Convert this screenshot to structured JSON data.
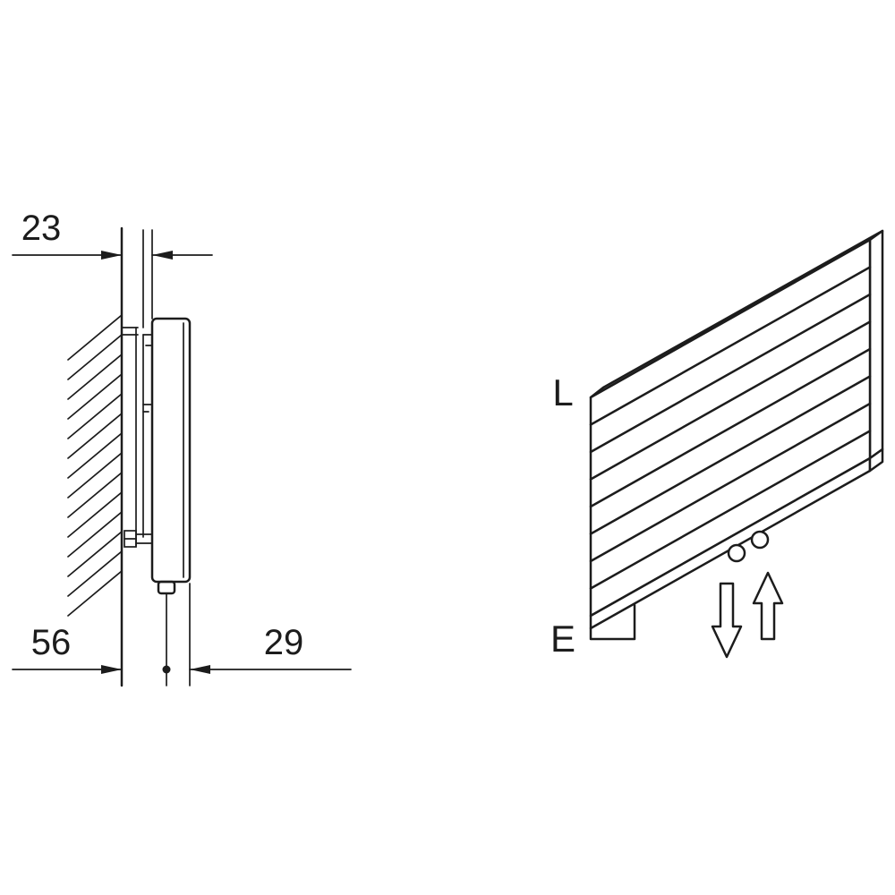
{
  "meta": {
    "background_color": "#ffffff",
    "line_color": "#1c1c1c",
    "drawing_type": "radiator installation technical drawing"
  },
  "side_view": {
    "dim_top": "23",
    "dim_bottom_left": "56",
    "dim_bottom_right": "29"
  },
  "perspective_view": {
    "label_top": "L",
    "label_bottom": "E"
  }
}
